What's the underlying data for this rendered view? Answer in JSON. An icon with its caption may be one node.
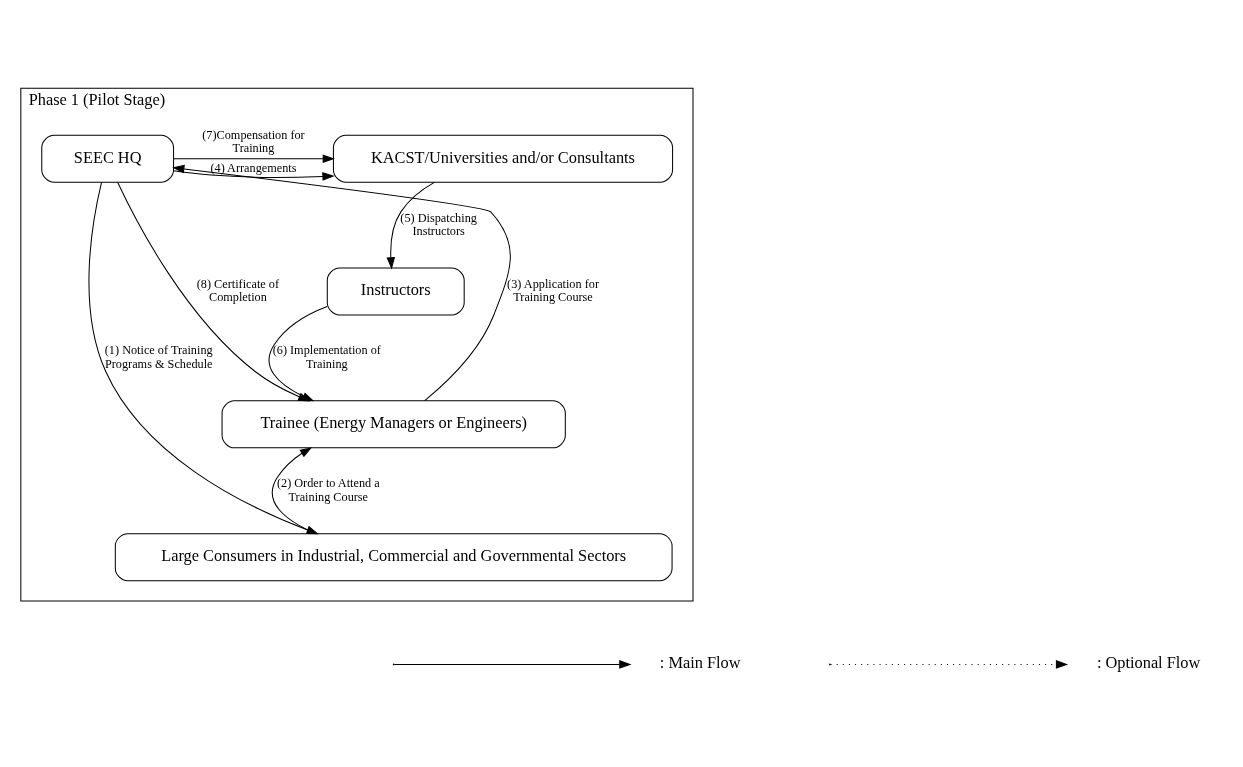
{
  "diagram": {
    "nodes": [
      {
        "text": [
          "Phase 1 (Pilot Stage)"
        ]
      },
      {
        "text": [
          "SEEC HQ"
        ],
        "in": 0
      },
      {
        "text": [
          "KACST/Universities and/or Consultants"
        ],
        "in": 0
      },
      {
        "text": [
          "Instructors"
        ],
        "in": 0
      },
      {
        "text": [
          "Trainee (Energy Managers or Engineers)"
        ],
        "in": 0
      },
      {
        "text": [
          "Large Consumers in Industrial, Commercial and Governmental Sectors"
        ],
        "in": 0
      }
    ],
    "edges": [
      {
        "from": 1,
        "to": 2,
        "arrow": "to",
        "label": "(4) Arrangements"
      },
      {
        "from": 1,
        "to": 2,
        "arrow": "to",
        "label": "(7)Compensation for Training"
      },
      {
        "from": 2,
        "to": 3,
        "arrow": "to",
        "label": "(5) Dispatching Instructors"
      },
      {
        "from": 1,
        "to": 5,
        "arrow": "to",
        "label": "(1) Notice of Training Programs & Schedule"
      },
      {
        "from": 4,
        "to": 1,
        "arrow": "to",
        "label": "(3) Application for Training Course"
      },
      {
        "from": 1,
        "to": 4,
        "arrow": "to",
        "label": "(8) Certificate of Completion"
      },
      {
        "from": 3,
        "to": 4,
        "arrow": "to",
        "label": "(6) Implementation of Training"
      },
      {
        "from": 5,
        "to": 4,
        "arrow": "to",
        "label": "(2) Order to Attend a Training Course"
      }
    ],
    "legend": [
      {
        "text": ": Main Flow"
      },
      {
        "text": ": Optional Flow"
      }
    ]
  }
}
